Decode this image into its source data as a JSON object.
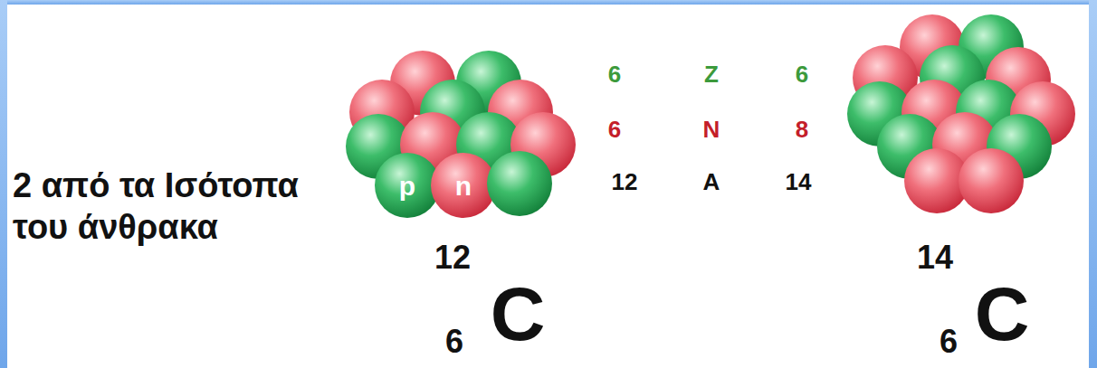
{
  "diagram": {
    "title": "2 από τα Ισότοπα του άνθρακα",
    "labels": [
      "6",
      "Z",
      "6",
      "6",
      "N",
      "8",
      "12",
      "A",
      "14",
      "p",
      "n",
      "12",
      "6",
      "C",
      "14",
      "6",
      "C"
    ]
  }
}
